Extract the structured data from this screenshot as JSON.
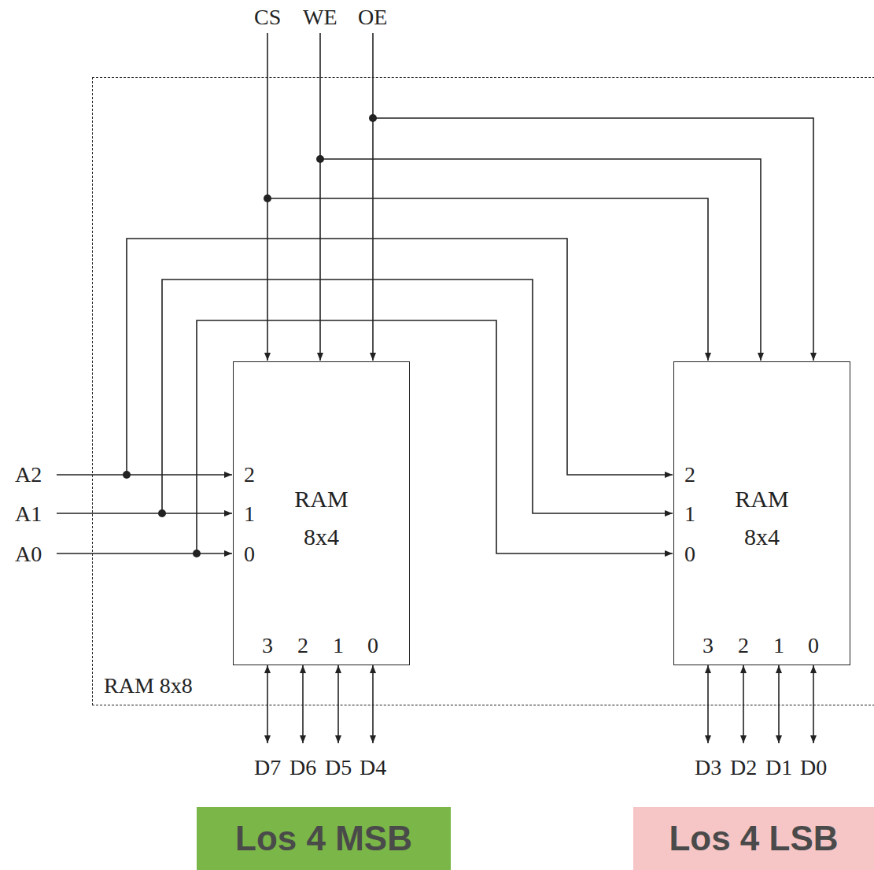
{
  "diagram": {
    "nodes": [
      {
        "text": [
          "RAM 8x8"
        ]
      },
      {
        "text": [
          "RAM 8x4"
        ],
        "in": 0
      },
      {
        "text": [
          "RAM 8x4"
        ],
        "in": 0
      },
      {
        "text": [
          "Los 4 MSB"
        ]
      },
      {
        "text": [
          "Los 4 LSB"
        ]
      }
    ],
    "labels": [
      "CS",
      "WE",
      "OE",
      "A2",
      "A1",
      "A0",
      "2",
      "1",
      "0",
      "3",
      "2",
      "1",
      "0",
      "2",
      "1",
      "0",
      "3",
      "2",
      "1",
      "0",
      "D7",
      "D6",
      "D5",
      "D4",
      "D3",
      "D2",
      "D1",
      "D0"
    ]
  }
}
